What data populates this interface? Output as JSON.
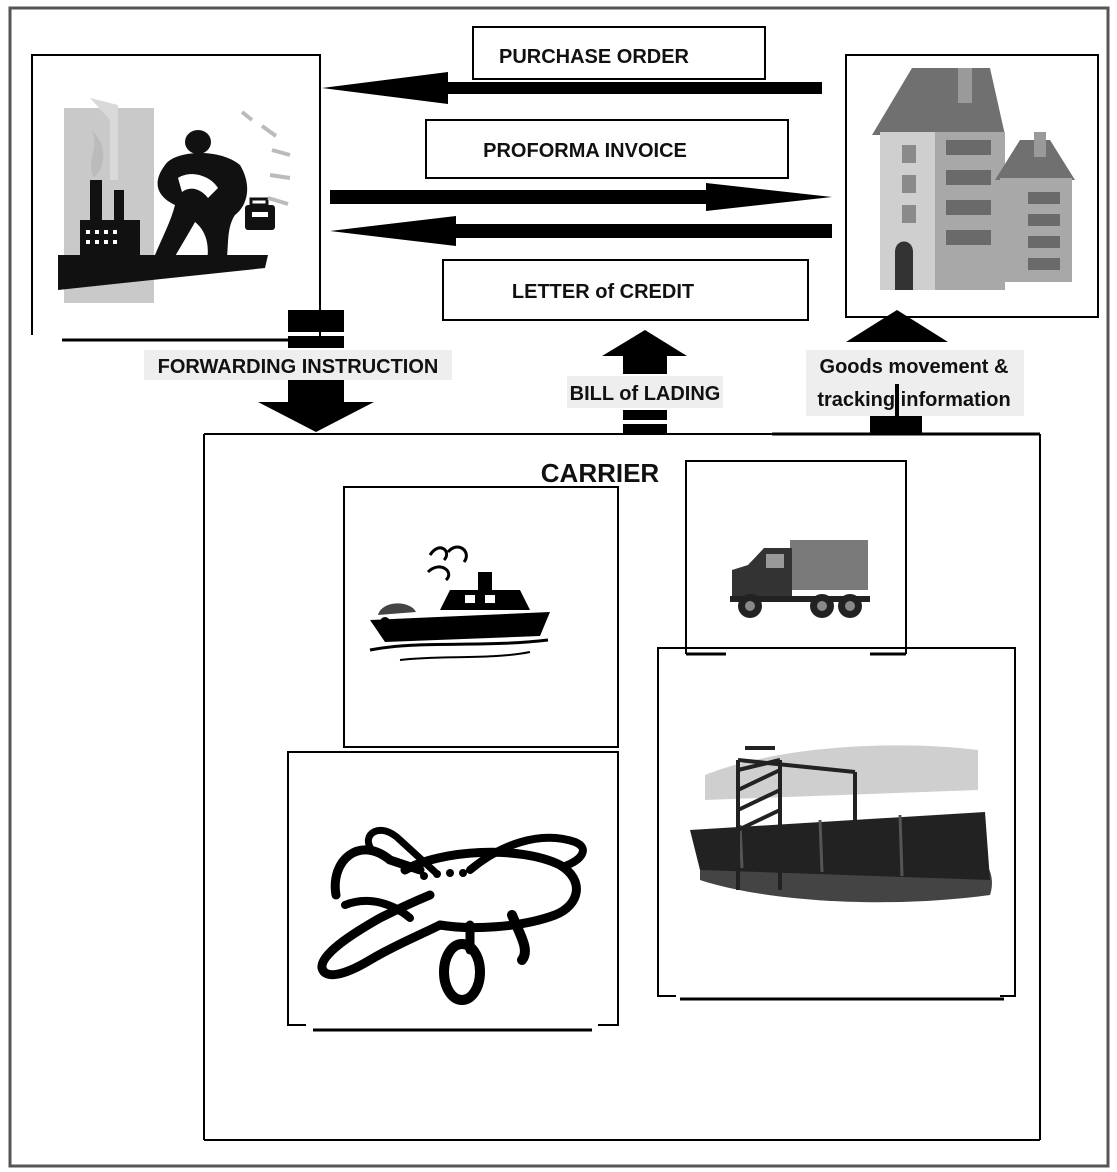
{
  "labels": {
    "purchase_order": "PURCHASE  ORDER",
    "proforma_invoice": "PROFORMA INVOICE",
    "letter_of_credit": "LETTER of CREDIT",
    "forwarding_instruction": "FORWARDING   INSTRUCTION",
    "bill_of_lading": "BILL of LADING",
    "goods_line1": "Goods  movement &",
    "goods_line2": "tracking information",
    "carrier": "CARRIER"
  },
  "colors": {
    "line": "#000000",
    "frame": "#555555",
    "arrow": "#000000"
  },
  "icons": {
    "manufacturer": "factory-worker-icon",
    "building": "buyer-building-icon",
    "ship": "ship-icon",
    "truck": "truck-icon",
    "plane": "airplane-icon",
    "train": "train-icon"
  }
}
